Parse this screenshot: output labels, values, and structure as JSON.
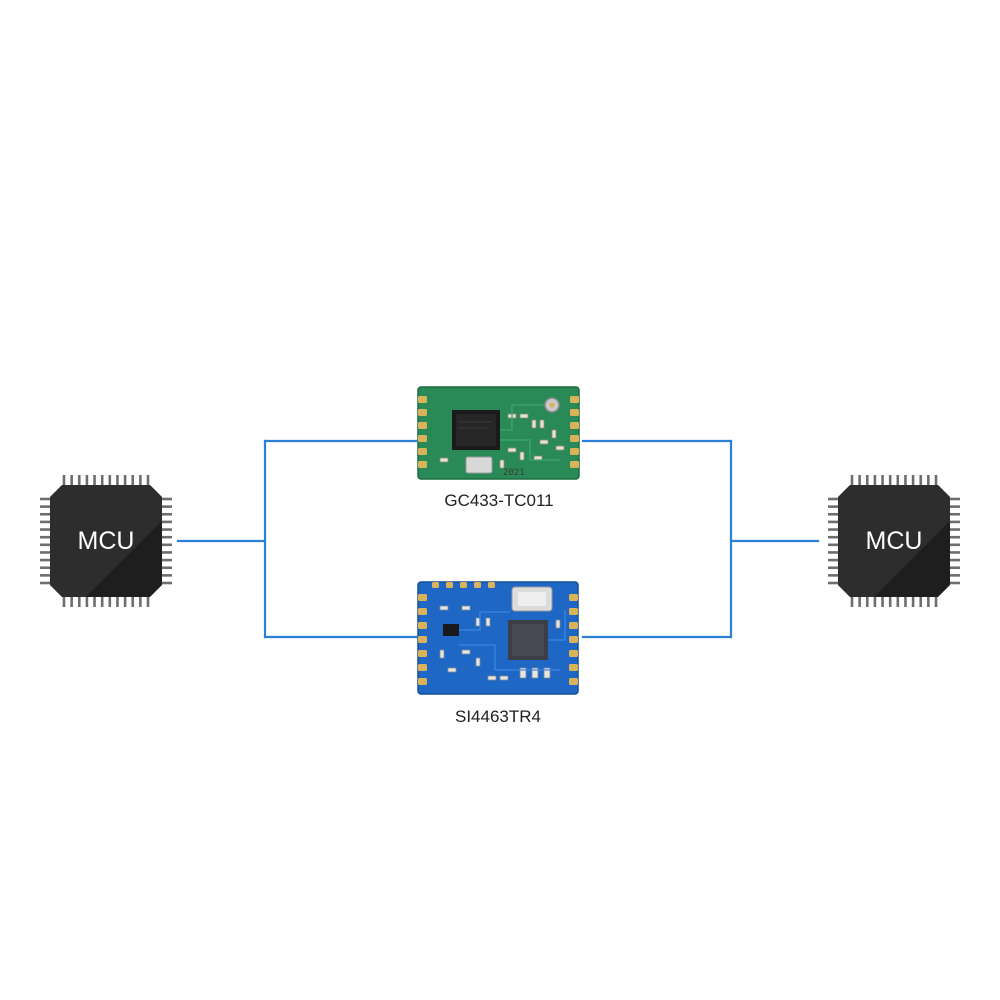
{
  "colors": {
    "wire": "#2b7fd6",
    "mcu_body": "#1e1e1e",
    "mcu_pin": "#6e6e6e",
    "green_pcb": "#2a8a57",
    "blue_pcb": "#1f67c4",
    "gold_pad": "#d9b25a"
  },
  "mcu_left": {
    "label": "MCU",
    "icon": "mcu-chip-icon"
  },
  "mcu_right": {
    "label": "MCU",
    "icon": "mcu-chip-icon"
  },
  "module_top": {
    "label": "GC433-TC011",
    "icon": "green-rf-module-icon",
    "board_marking": "2021"
  },
  "module_bottom": {
    "label": "SI4463TR4",
    "icon": "blue-rf-module-icon"
  }
}
